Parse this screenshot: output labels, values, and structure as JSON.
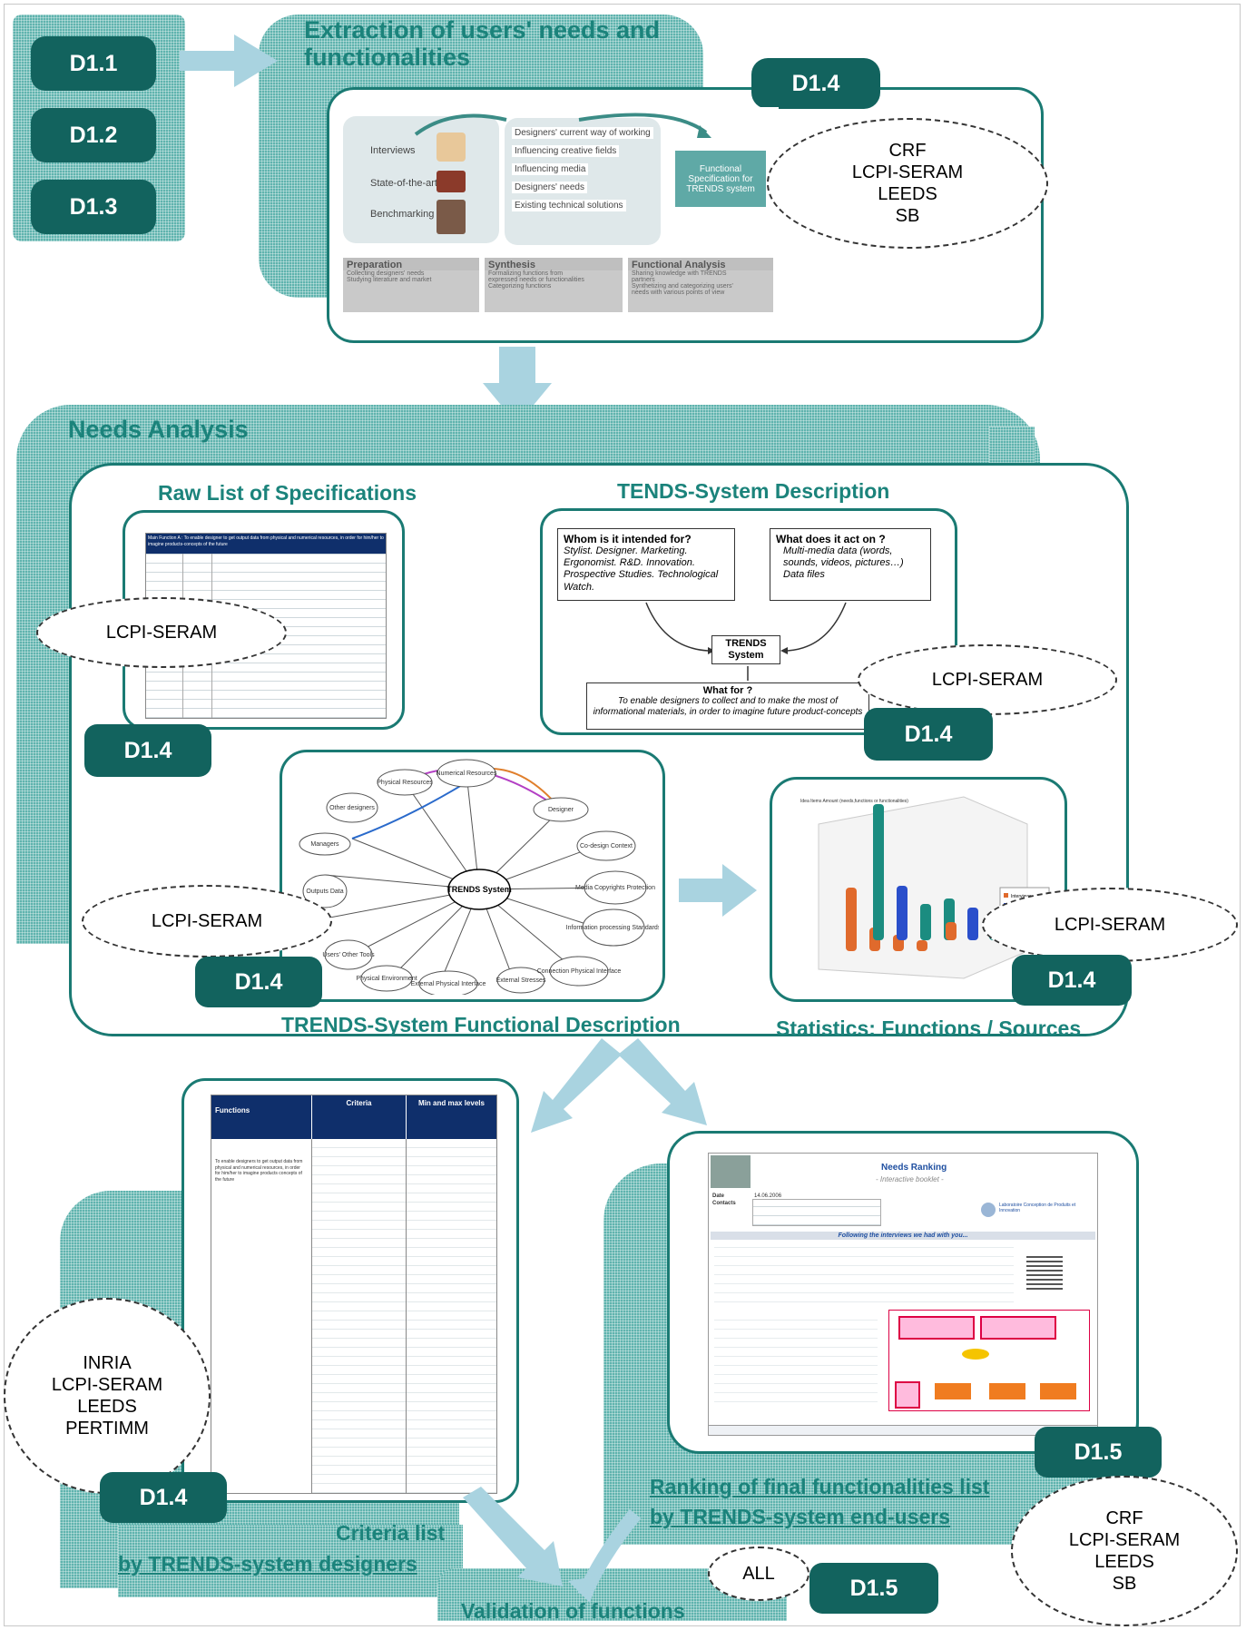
{
  "top": {
    "extraction_title": "Extraction of users' needs and functionalities",
    "deliverables_left": [
      "D1.1",
      "D1.2",
      "D1.3"
    ],
    "d14_label": "D1.4",
    "partners": [
      "CRF",
      "LCPI-SERAM",
      "LEEDS",
      "SB"
    ],
    "flow": {
      "inputs": [
        "Interviews",
        "State-of-the-art",
        "Benchmarking"
      ],
      "synthesis_items": [
        "Designers' current way of working",
        "Influencing creative fields",
        "Influencing media",
        "Designers' needs",
        "Existing technical solutions"
      ],
      "output": "Functional Specification for TRENDS system",
      "phases": [
        {
          "title": "Preparation",
          "lines": [
            "Collecting designers' needs",
            "Studying literature and market"
          ]
        },
        {
          "title": "Synthesis",
          "lines": [
            "Formalizing functions from",
            "expressed needs or functionalities",
            "Categorizing functions"
          ]
        },
        {
          "title": "Functional Analysis",
          "lines": [
            "Sharing knowledge with TRENDS",
            "partners",
            "Synthetizing and categorizing users'",
            "needs with various points of view"
          ]
        }
      ]
    }
  },
  "needs": {
    "title": "Needs Analysis",
    "raw_title": "Raw List of Specifications",
    "raw_header": "Main Function A : To enable designer to get output data from physical and numerical resources, in order for him/her to imagine products-concepts of the future",
    "system_title": "TENDS-System Description",
    "whom_title": "Whom is it intended for?",
    "whom_text": "Stylist. Designer. Marketing. Ergonomist. R&D. Innovation. Prospective Studies. Technological Watch.",
    "acts_title": "What does it act on ?",
    "acts_items": [
      "Multi-media data (words, sounds, videos, pictures…)",
      "Data files"
    ],
    "center_label": "TRENDS System",
    "whatfor_title": "What for ?",
    "whatfor_text": "To enable designers to collect and to make the most of informational materials, in order to imagine future product-concepts",
    "func_title": "TRENDS-System Functional Description",
    "stats_title": "Statistics: Functions / Sources",
    "func_nodes": [
      "Physical Resources",
      "Numerical Resources",
      "Designer",
      "Other designers",
      "Managers",
      "Outputs Data",
      "Co-design Context",
      "Media Copyrights Protection",
      "Information processing Standards",
      "Connection Physical Interface",
      "External Stresses",
      "External Physical Interface",
      "Physical Environment",
      "Users' Other Tools"
    ],
    "func_center": "TRENDS System",
    "stats_ylabel": "Idea Items Amount (needs,functions or functionalities)",
    "stats_legend": [
      "Interviews",
      "State-of-the-art"
    ],
    "lcpi": "LCPI-SERAM",
    "d14": "D1.4"
  },
  "bottom": {
    "criteria_title_1": "Criteria list",
    "criteria_title_2": "by TRENDS-system designers",
    "ranking_title_1": "Ranking of final functionalities list",
    "ranking_title_2": "by TRENDS-system end-users",
    "validation_title": "Validation of functions",
    "all_label": "ALL",
    "d15": "D1.5",
    "d14": "D1.4",
    "partners_left": [
      "INRIA",
      "LCPI-SERAM",
      "LEEDS",
      "PERTIMM"
    ],
    "partners_right": [
      "CRF",
      "LCPI-SERAM",
      "LEEDS",
      "SB"
    ],
    "criteria_table": {
      "headers": [
        "Functions",
        "Criteria",
        "Min and max levels"
      ],
      "main_function": "To enable designers to get output data from physical and numerical resources, in order for him/her to imagine products concepts of the future"
    },
    "ranking_doc": {
      "title": "Needs Ranking",
      "subtitle": "- Interactive booklet -",
      "section": "Following the interviews we had with you...",
      "date_label": "Date",
      "date_value": "14.06.2006",
      "contacts_label": "Contacts",
      "lab": "Laboratoire Conception de Produits et Innovation"
    }
  }
}
